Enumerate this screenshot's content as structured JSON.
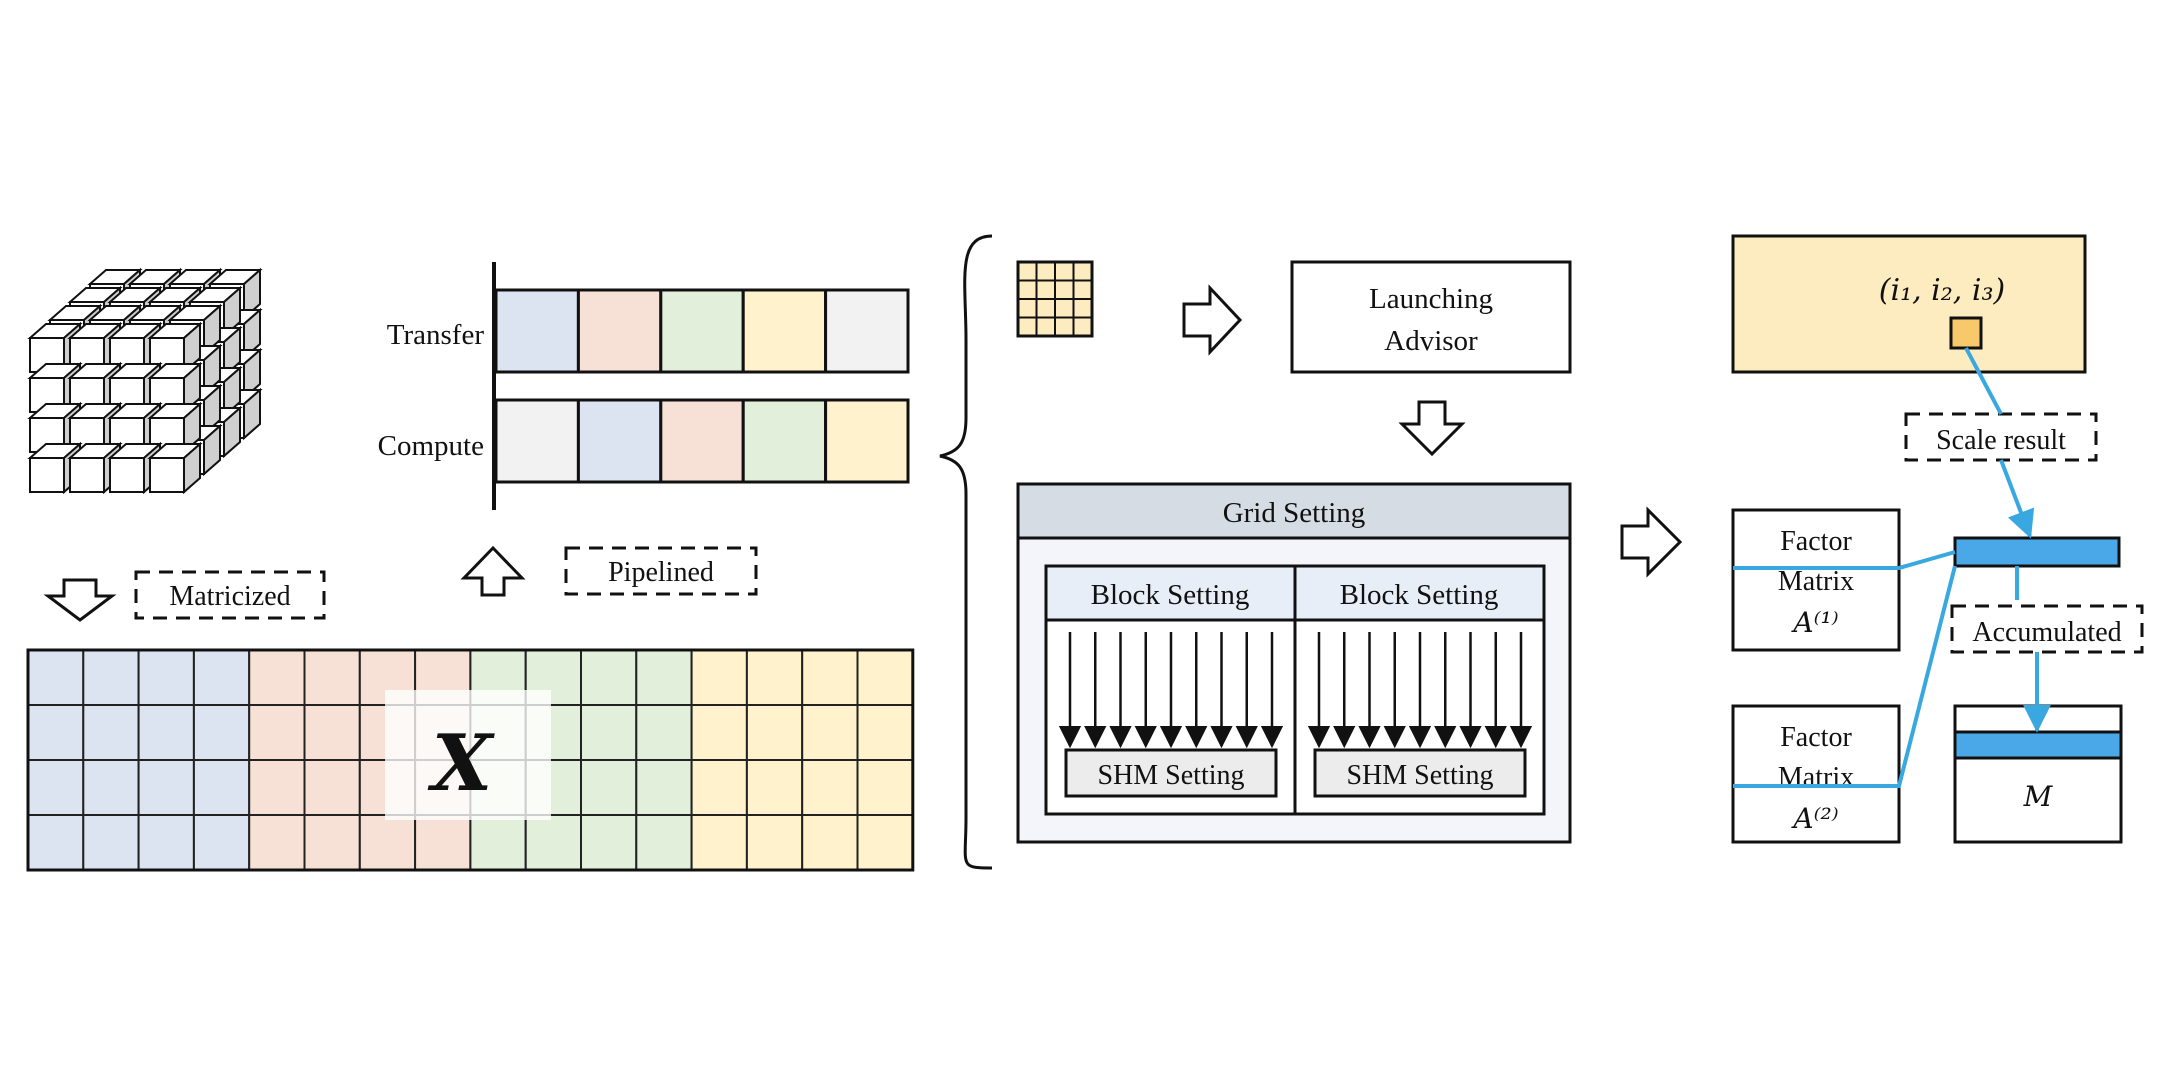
{
  "labels": {
    "matricized": "Matricized",
    "pipelined": "Pipelined",
    "transfer": "Transfer",
    "compute": "Compute",
    "tensor_symbol": "X",
    "launching_advisor_line1": "Launching",
    "launching_advisor_line2": "Advisor",
    "grid_setting": "Grid Setting",
    "block_setting_1": "Block Setting",
    "block_setting_2": "Block Setting",
    "shm_setting_1": "SHM Setting",
    "shm_setting_2": "SHM Setting",
    "index_tuple": "(i₁, i₂, i₃)",
    "scale_result": "Scale result",
    "accumulated": "Accumulated",
    "factor_matrix_1_line1": "Factor",
    "factor_matrix_1_line2": "Matrix",
    "factor_matrix_1_symbol": "A⁽¹⁾",
    "factor_matrix_2_line1": "Factor",
    "factor_matrix_2_line2": "Matrix",
    "factor_matrix_2_symbol": "A⁽²⁾",
    "output_matrix_symbol": "M"
  },
  "colors": {
    "blue": "#dce4f2",
    "peach": "#f7e1d7",
    "green": "#e2efda",
    "yellow": "#fff2cc",
    "gray": "#f2f2f2",
    "tensor_tile": "#fdecc0",
    "orange": "#f8c96b",
    "cyan_line": "#39a8e0",
    "cyan_fill": "#4aa8e8",
    "grid_header": "#d6dce4",
    "block_header": "#e8eef8",
    "shm_fill": "#ececec",
    "grid_bg": "#f3f5fb"
  },
  "pipeline": {
    "transfer_colors": [
      "blue",
      "peach",
      "green",
      "yellow",
      "gray"
    ],
    "compute_colors": [
      "gray",
      "blue",
      "peach",
      "green",
      "yellow"
    ]
  },
  "matrix_column_colors": [
    "blue",
    "blue",
    "blue",
    "blue",
    "peach",
    "peach",
    "peach",
    "peach",
    "green",
    "green",
    "green",
    "green",
    "yellow",
    "yellow",
    "yellow",
    "yellow"
  ],
  "cube_dims": {
    "rows": 4,
    "cols": 4,
    "depth": 4
  },
  "arrows_per_block": 9
}
